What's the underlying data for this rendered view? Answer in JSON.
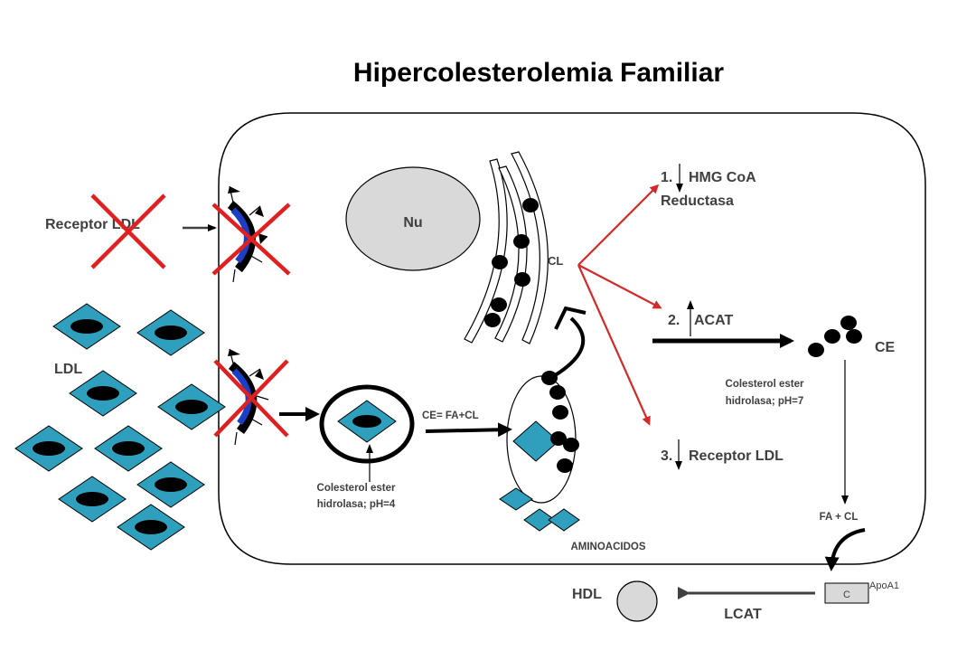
{
  "title": "Hipercolesterolemia Familiar",
  "labels": {
    "receptor_ldl": "Receptor LDL",
    "ldl": "LDL",
    "nucleus": "Nu",
    "cl": "CL",
    "ce_equation": "CE= FA+CL",
    "hydrolase_ph4_line1": "Colesterol ester",
    "hydrolase_ph4_line2": "hidrolasa; pH=4",
    "aminoacidos": "AMINOACIDOS",
    "step1_num": "1.",
    "step1_line1": "HMG CoA",
    "step1_line2": "Reductasa",
    "step2_num": "2.",
    "step2_text": "ACAT",
    "step3_num": "3.",
    "step3_text": "Receptor LDL",
    "ce": "CE",
    "hydrolase_ph7_line1": "Colesterol ester",
    "hydrolase_ph7_line2": "hidrolasa; pH=7",
    "fa_cl": "FA + CL",
    "hdl": "HDL",
    "lcat": "LCAT",
    "c_box": "C",
    "apoa1": "ApoA1"
  },
  "colors": {
    "ldl_fill": "#2e9fbd",
    "receptor_blue": "#1b3fc4",
    "red_x": "#e02020",
    "red_arrow": "#d42a2a",
    "nucleus_fill": "#d9d9d9",
    "hdl_fill": "#d9d9d9",
    "c_box_fill": "#d9d9d9"
  }
}
